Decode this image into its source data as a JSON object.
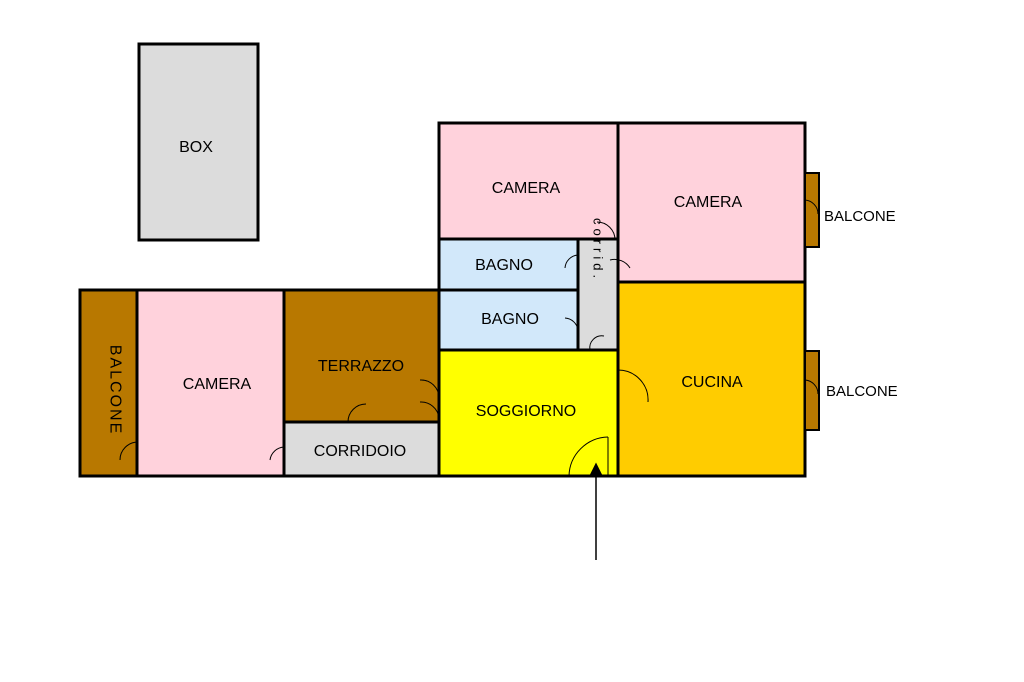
{
  "colors": {
    "box": "#dcdcdc",
    "camera": "#ffd2dc",
    "bagno": "#d2e8fa",
    "corridoio": "#dcdcdc",
    "terrazzo": "#b87800",
    "balcone": "#b87800",
    "soggiorno": "#ffff00",
    "cucina": "#ffcc00"
  },
  "rooms": {
    "box": "BOX",
    "camera_top_left": "CAMERA",
    "camera_top_right": "CAMERA",
    "bagno_upper": "BAGNO",
    "bagno_lower": "BAGNO",
    "corridoio_small": "corrid.",
    "camera_left": "CAMERA",
    "terrazzo": "TERRAZZO",
    "corridoio": "CORRIDOIO",
    "soggiorno": "SOGGIORNO",
    "cucina": "CUCINA",
    "balcone_left": "BALCONE",
    "balcone_right_upper": "BALCONE",
    "balcone_right_lower": "BALCONE"
  },
  "entrance_arrow": "entrance-arrow"
}
